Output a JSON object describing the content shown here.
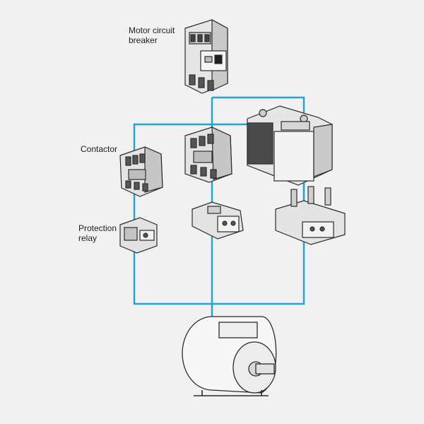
{
  "labels": {
    "motor_circuit_breaker": "Motor circuit\nbreaker",
    "contactor": "Contactor",
    "protection_relay": "Protection\nrelay"
  },
  "colors": {
    "background": "#f1f1f1",
    "wiring": "#1fa3d9",
    "device_light": "#e6e6e6",
    "device_mid": "#c8c8c8",
    "device_dark": "#555555",
    "outline": "#2b2b2b"
  },
  "icons": [
    "motor-circuit-breaker-icon",
    "contactor-icon",
    "protection-relay-icon",
    "electric-motor-icon"
  ]
}
